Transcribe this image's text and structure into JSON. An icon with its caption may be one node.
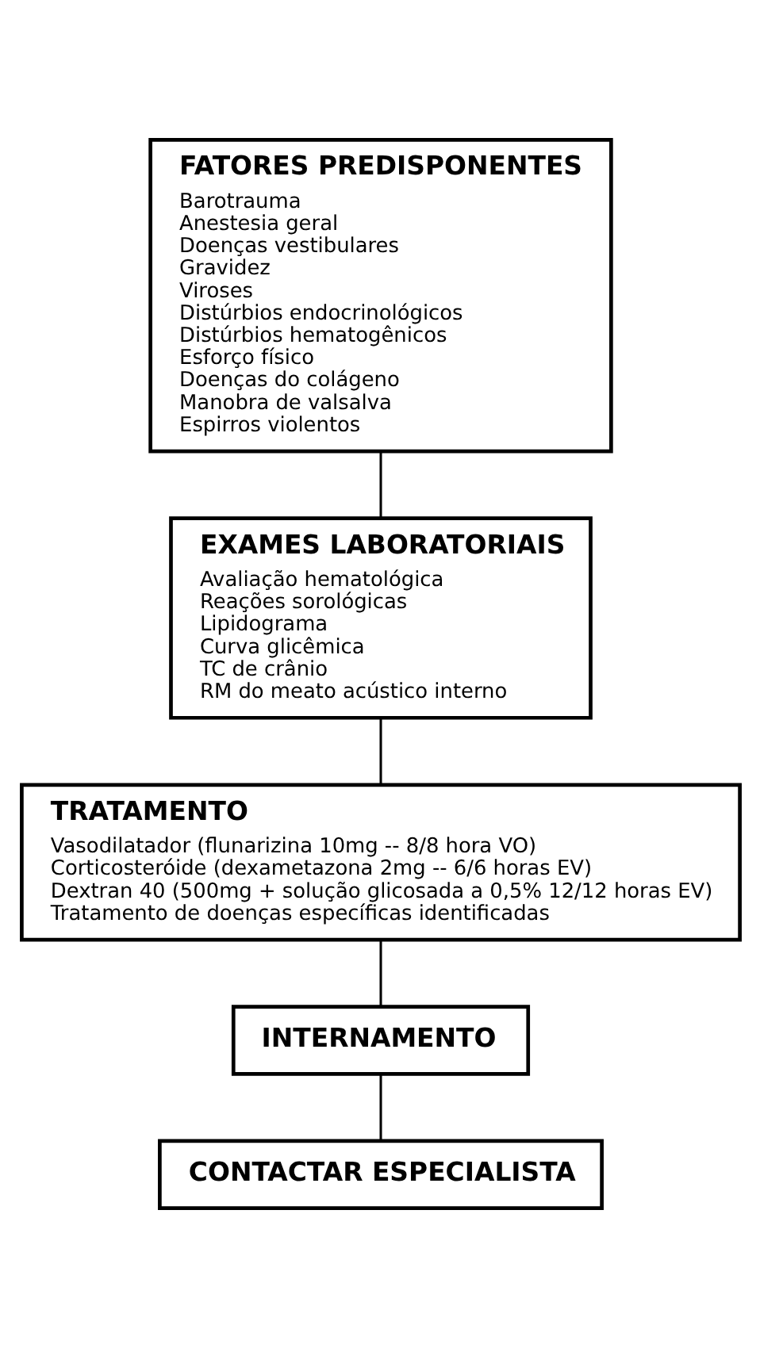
{
  "diagram": {
    "nodes": [
      {
        "text": [
          "FATORES PREDISPONENTES",
          "Barotrauma",
          "Anestesia geral",
          "Doenças vestibulares",
          "Gravidez",
          "Viroses",
          "Distúrbios endocrinológicos",
          "Distúrbios hematogênicos",
          "Esforço físico",
          "Doenças do colágeno",
          "Manobra de valsalva",
          "Espirros violentos"
        ]
      },
      {
        "text": [
          "EXAMES LABORATORIAIS",
          "Avaliação hematológica",
          "Reações sorológicas",
          "Lipidograma",
          "Curva glicêmica",
          "TC de crânio",
          "RM do meato acústico interno"
        ]
      },
      {
        "text": [
          "TRATAMENTO",
          "Vasodilatador (flunarizina 10mg -- 8/8 hora VO)",
          "Corticosteróide (dexametazona 2mg -- 6/6 horas EV)",
          "Dextran 40 (500mg + solução glicosada a 0,5% 12/12 horas EV)",
          "Tratamento de doenças específicas identificadas"
        ]
      },
      {
        "text": [
          "INTERNAMENTO"
        ]
      },
      {
        "text": [
          "CONTACTAR ESPECIALISTA"
        ]
      }
    ],
    "edges": [
      {
        "from": 0,
        "to": 1,
        "arrow": "none"
      },
      {
        "from": 1,
        "to": 2,
        "arrow": "none"
      },
      {
        "from": 2,
        "to": 3,
        "arrow": "none"
      },
      {
        "from": 3,
        "to": 4,
        "arrow": "none"
      }
    ]
  }
}
